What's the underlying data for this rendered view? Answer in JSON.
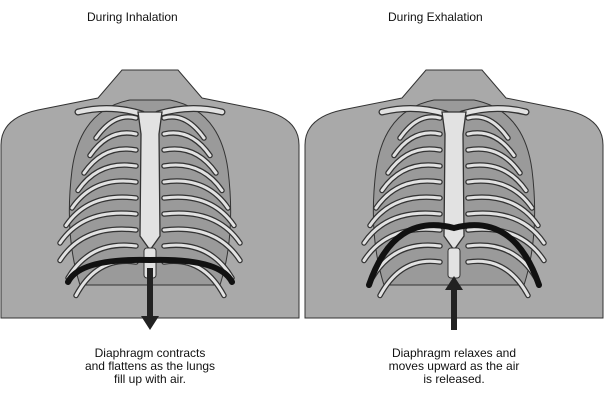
{
  "panels": [
    {
      "id": "inhalation",
      "title": "During Inhalation",
      "caption_lines": [
        "Diaphragm contracts",
        "and flattens as the lungs",
        "fill up with air."
      ],
      "arrow_direction": "down",
      "diaphragm_shape": "flat"
    },
    {
      "id": "exhalation",
      "title": "During Exhalation",
      "caption_lines": [
        "Diaphragm relaxes and",
        "moves upward as the air",
        "is released."
      ],
      "arrow_direction": "up",
      "diaphragm_shape": "dome"
    }
  ],
  "colors": {
    "torso": "#a9a9a9",
    "outline": "#333333",
    "bone": "#e2e2e2",
    "diaphragm": "#111111",
    "arrow": "#222222"
  }
}
